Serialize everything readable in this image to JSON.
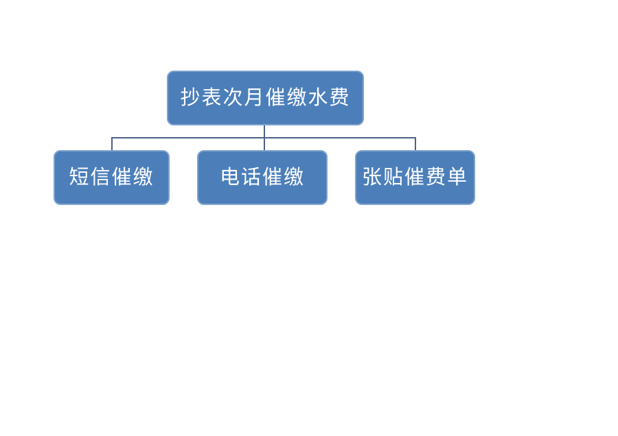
{
  "diagram": {
    "type": "org-chart",
    "colors": {
      "background": "#ffffff",
      "node_fill": "#4c7fba",
      "node_border": "#7fa3cd",
      "node_text": "#ffffff",
      "connector": "#4a6285"
    },
    "root": {
      "id": "root",
      "label": "抄表次月催缴水费"
    },
    "children": [
      {
        "id": "sms",
        "label": "短信催缴"
      },
      {
        "id": "phone",
        "label": "电话催缴"
      },
      {
        "id": "notice",
        "label": "张贴催费单"
      }
    ]
  }
}
